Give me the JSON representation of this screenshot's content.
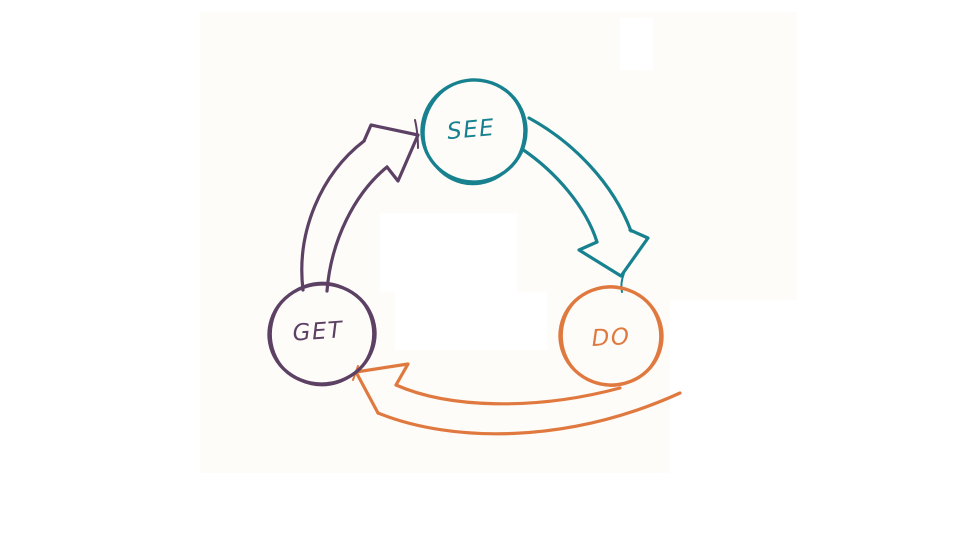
{
  "diagram": {
    "type": "cycle",
    "background_color": "#ffffff",
    "paper_tint_color": "#fdfcf8",
    "nodes": [
      {
        "id": "see",
        "label": "SEE",
        "color": "#17818f",
        "position": "top"
      },
      {
        "id": "do",
        "label": "DO",
        "color": "#e0793f",
        "position": "right"
      },
      {
        "id": "get",
        "label": "GET",
        "color": "#5c4164",
        "position": "left"
      }
    ],
    "arrows": [
      {
        "id": "see-to-do",
        "from": "SEE",
        "to": "DO",
        "color": "#17818f",
        "style": "hand-drawn hollow curved arrow"
      },
      {
        "id": "do-to-get",
        "from": "DO",
        "to": "GET",
        "color": "#e0793f",
        "style": "hand-drawn hollow curved arrow"
      },
      {
        "id": "get-to-see",
        "from": "GET",
        "to": "SEE",
        "color": "#5c4164",
        "style": "hand-drawn hollow curved arrow"
      }
    ]
  }
}
